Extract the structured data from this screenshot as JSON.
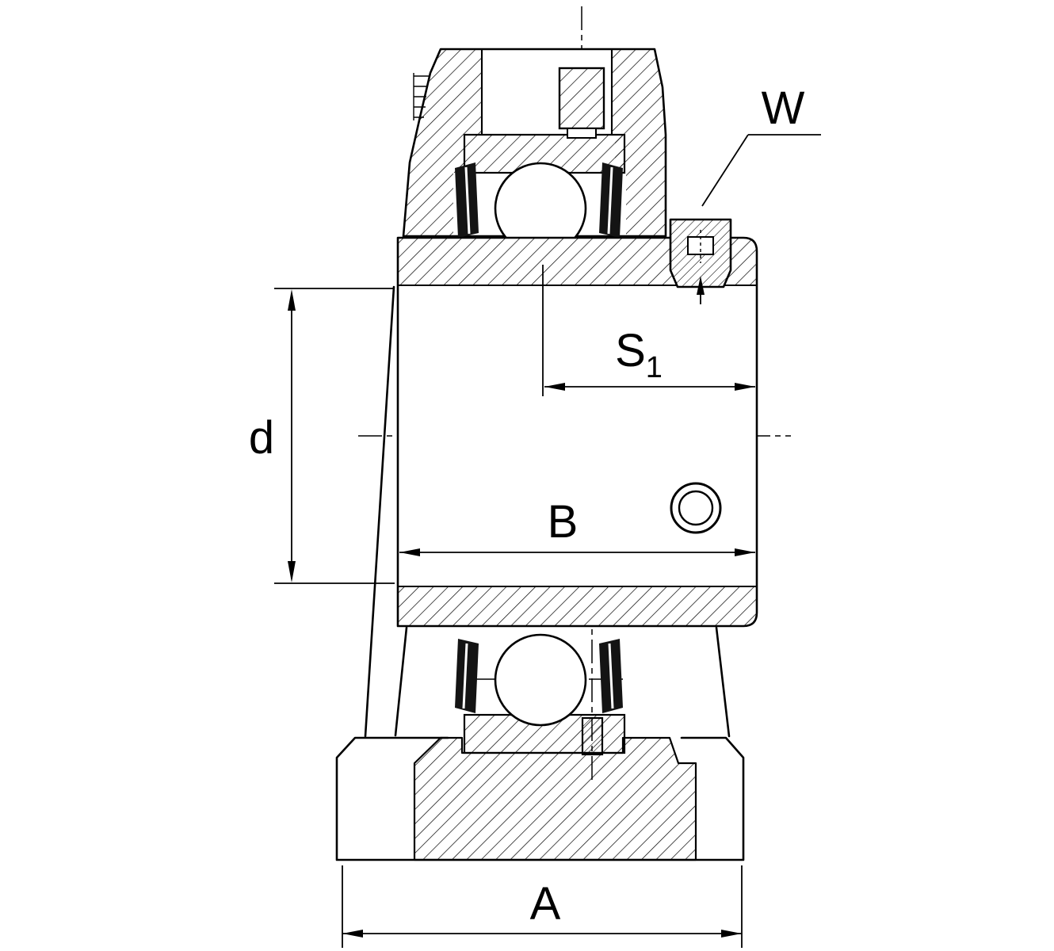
{
  "drawing": {
    "labels": {
      "dim_w": "W",
      "dim_s1": {
        "base": "S",
        "sub": "1"
      },
      "dim_d": "d",
      "dim_b": "B",
      "dim_a": "A"
    },
    "colors": {
      "line": "#000000",
      "background": "#ffffff",
      "seal_fill": "#141414"
    }
  }
}
